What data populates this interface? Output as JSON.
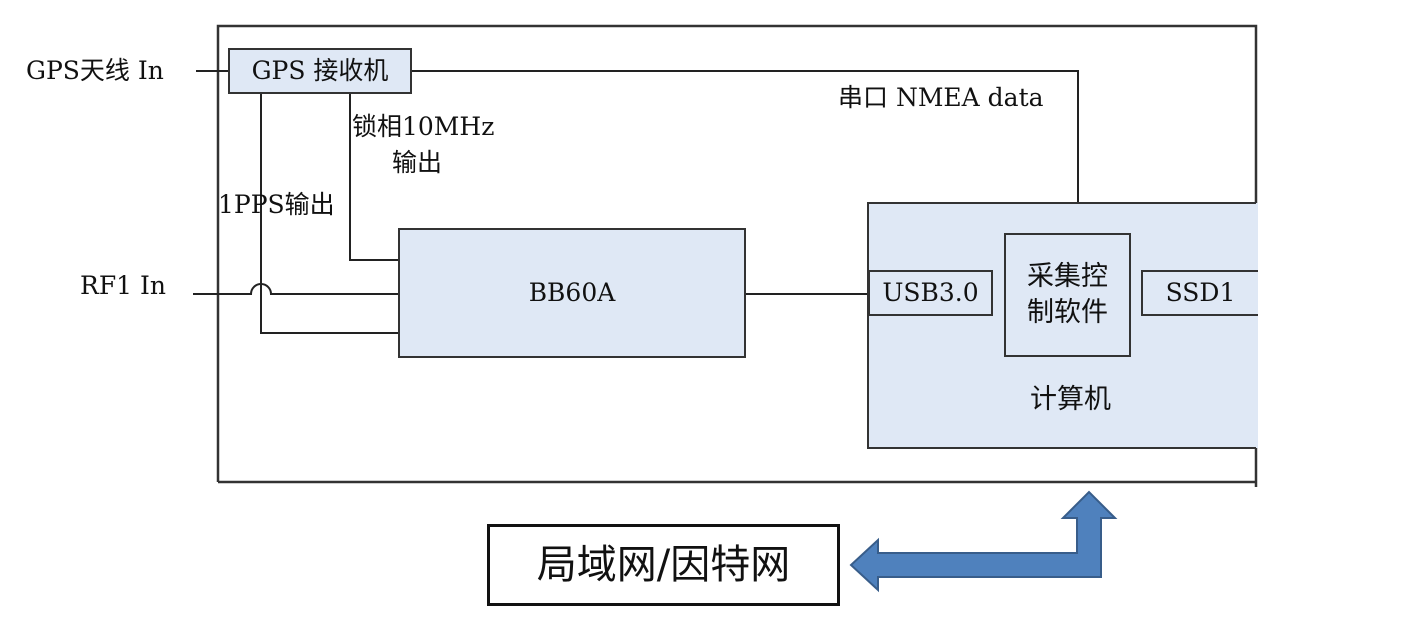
{
  "inputs": {
    "gps_antenna": "GPS天线 In",
    "rf1": "RF1 In"
  },
  "blocks": {
    "gps_receiver": "GPS 接收机",
    "bb60a": "BB60A",
    "computer": "计算机",
    "usb": "USB3.0",
    "software_line1": "采集控",
    "software_line2": "制软件",
    "ssd": "SSD1",
    "network": "局域网/因特网"
  },
  "signals": {
    "serial": "串口 NMEA data",
    "lock_line1": "锁相10MHz",
    "lock_line2": "输出",
    "pps": "1PPS输出"
  },
  "colors": {
    "block_fill": "#dfe8f5",
    "arrow_fill": "#4f81bd",
    "arrow_stroke": "#385d8a",
    "line": "#222222"
  }
}
